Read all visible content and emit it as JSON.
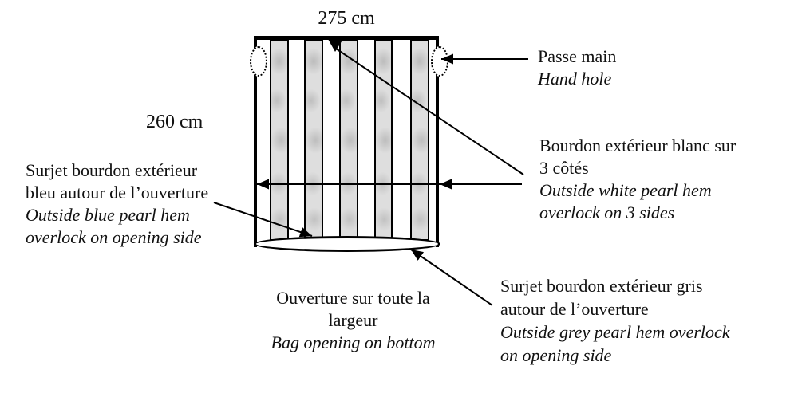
{
  "diagram": {
    "width_label": "275 cm",
    "height_label": "260 cm",
    "hand_hole": {
      "fr": "Passe main",
      "en": "Hand hole"
    },
    "blue_hem": {
      "fr1": "Surjet bourdon extérieur",
      "fr2": "bleu autour de l’ouverture",
      "en1": "Outside blue pearl hem",
      "en2": "overlock on opening side"
    },
    "white_hem": {
      "fr1": "Bourdon extérieur blanc sur",
      "fr2": "3 côtés",
      "en1": "Outside white pearl hem",
      "en2": "overlock on 3 sides"
    },
    "opening": {
      "fr1": "Ouverture sur toute la",
      "fr2": "largeur",
      "en": "Bag opening on bottom"
    },
    "grey_hem": {
      "fr1": "Surjet bourdon extérieur gris",
      "fr2": "autour de l’ouverture",
      "en1": "Outside grey pearl hem overlock",
      "en2": "on opening side"
    },
    "colors": {
      "line": "#000000",
      "panel_fill": "#dedede",
      "background": "#ffffff"
    }
  }
}
